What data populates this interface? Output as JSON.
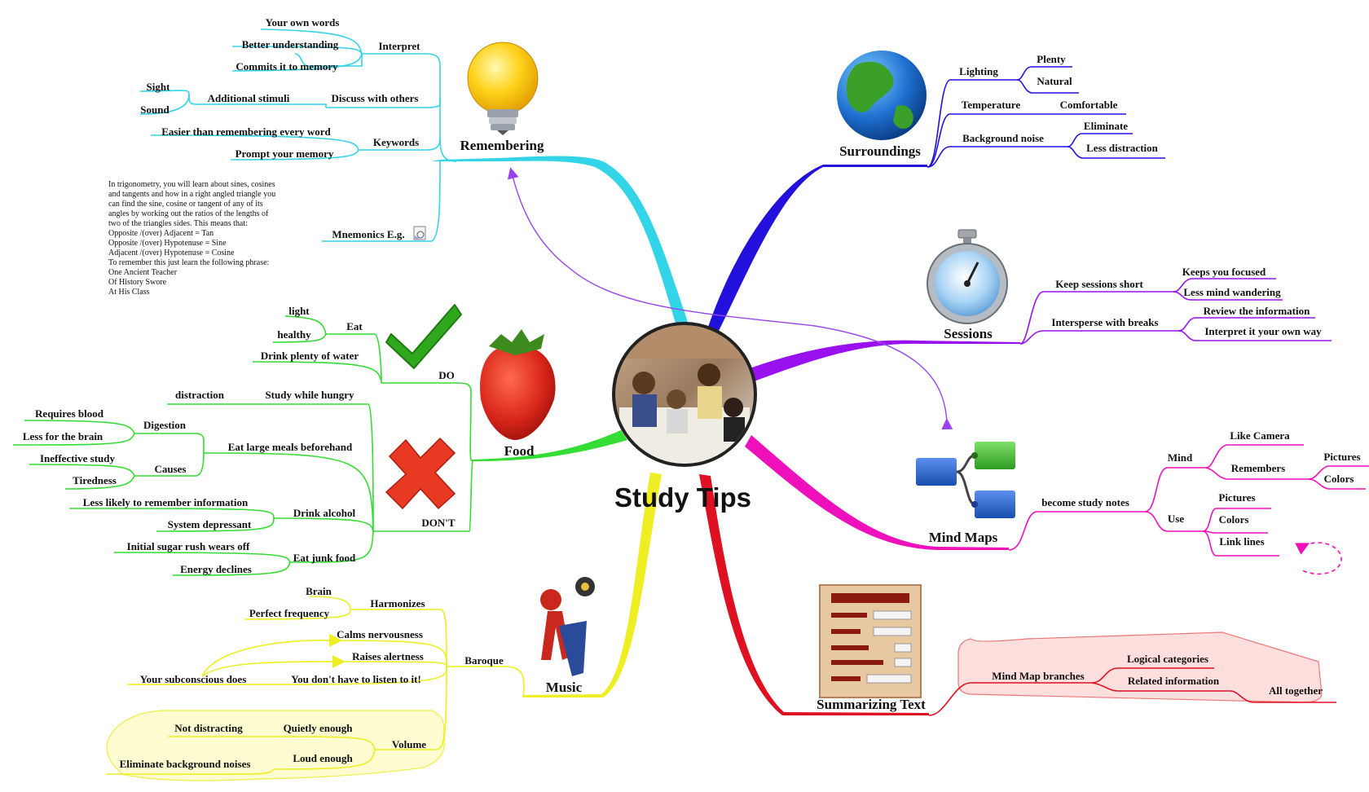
{
  "center": {
    "title": "Study Tips"
  },
  "colors": {
    "remembering": "#33d4e8",
    "food": "#33dd33",
    "music": "#eeee22",
    "summarizing": "#dd1122",
    "mindmaps": "#ee11bb",
    "sessions": "#9911ee",
    "surroundings": "#2211dd",
    "arrow": "#9944ee"
  },
  "remembering": {
    "title": "Remembering",
    "interpret": "Interpret",
    "own_words": "Your own words",
    "better": "Better understanding",
    "commits": "Commits it to memory",
    "discuss": "Discuss with others",
    "additional": "Additional stimuli",
    "sight": "Sight",
    "sound": "Sound",
    "keywords": "Keywords",
    "easier": "Easier than remembering every word",
    "prompt": "Prompt your memory",
    "mnemonics": "Mnemonics E.g.",
    "note_lines": [
      "In trigonometry, you will learn about sines, cosines",
      "and tangents and how in a right angled triangle you",
      "can find the sine, cosine or tangent of any of its",
      "angles by working out the ratios of the lengths of",
      "two of the triangles sides.  This means that:",
      "",
      "Opposite /(over) Adjacent = Tan",
      "Opposite /(over) Hypotenuse = Sine",
      "Adjacent /(over) Hypotenuse = Cosine",
      "",
      "To remember this just learn the following phrase:",
      "One Ancient Teacher",
      "Of History Swore",
      "At His Class"
    ]
  },
  "food": {
    "title": "Food",
    "do": "DO",
    "eat": "Eat",
    "light": "light",
    "healthy": "healthy",
    "drink_water": "Drink plenty of water",
    "dont": "DON'T",
    "study_hungry": "Study while hungry",
    "distraction": "distraction",
    "large_meals": "Eat large meals beforehand",
    "digestion": "Digestion",
    "requires_blood": "Requires blood",
    "less_brain": "Less for the brain",
    "causes": "Causes",
    "ineffective": "Ineffective study",
    "tiredness": "Tiredness",
    "drink_alcohol": "Drink alcohol",
    "less_likely": "Less likely to remember information",
    "depressant": "System depressant",
    "junk": "Eat junk food",
    "sugar": "Initial sugar rush wears off",
    "energy": "Energy declines"
  },
  "music": {
    "title": "Music",
    "baroque": "Baroque",
    "harmonizes": "Harmonizes",
    "brain": "Brain",
    "perfect": "Perfect frequency",
    "calms": "Calms nervousness",
    "raises": "Raises alertness",
    "subconscious": "Your subconscious does",
    "dont_listen": "You don't have to listen to it!",
    "volume": "Volume",
    "quietly": "Quietly enough",
    "not_distracting": "Not distracting",
    "loud": "Loud enough",
    "eliminate": "Eliminate background noises"
  },
  "summarizing": {
    "title": "Summarizing Text",
    "branches": "Mind Map branches",
    "logical": "Logical categories",
    "related": "Related information",
    "together": "All together"
  },
  "mindmaps": {
    "title": "Mind Maps",
    "become": "become study notes",
    "mind": "Mind",
    "like_camera": "Like Camera",
    "remembers": "Remembers",
    "pictures1": "Pictures",
    "colors1": "Colors",
    "use": "Use",
    "pictures2": "Pictures",
    "colors2": "Colors",
    "link_lines": "Link lines"
  },
  "sessions": {
    "title": "Sessions",
    "keep_short": "Keep sessions short",
    "focused": "Keeps you focused",
    "wandering": "Less mind wandering",
    "intersperse": "Intersperse with breaks",
    "review": "Review the information",
    "own_way": "Interpret it your own way"
  },
  "surroundings": {
    "title": "Surroundings",
    "lighting": "Lighting",
    "plenty": "Plenty",
    "natural": "Natural",
    "temperature": "Temperature",
    "comfortable": "Comfortable",
    "noise": "Background noise",
    "eliminate": "Eliminate",
    "less_distraction": "Less distraction"
  }
}
